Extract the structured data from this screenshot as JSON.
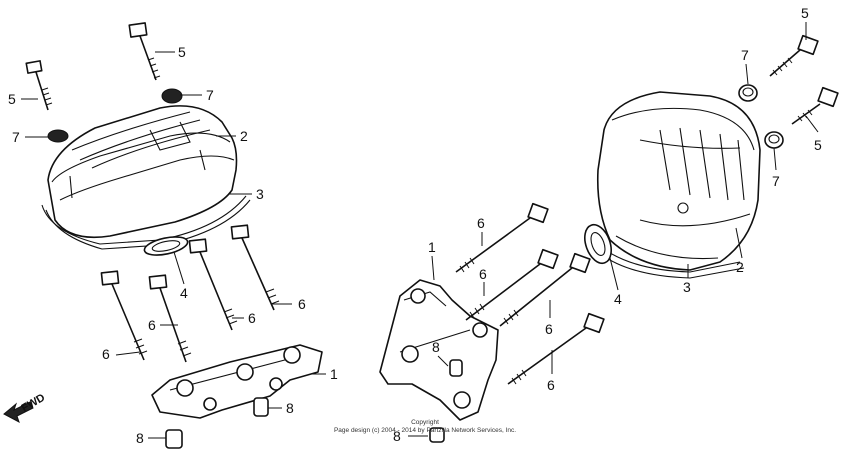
{
  "callouts": [
    "1",
    "2",
    "3",
    "4",
    "5",
    "6",
    "7",
    "8"
  ],
  "fwd_label": "FWD",
  "copyright": {
    "line1": "Copyright",
    "line2": "Page design (c) 2004 - 2014 by Partzilla Network Services, Inc."
  },
  "colors": {
    "ink": "#111111",
    "paper": "#ffffff"
  }
}
